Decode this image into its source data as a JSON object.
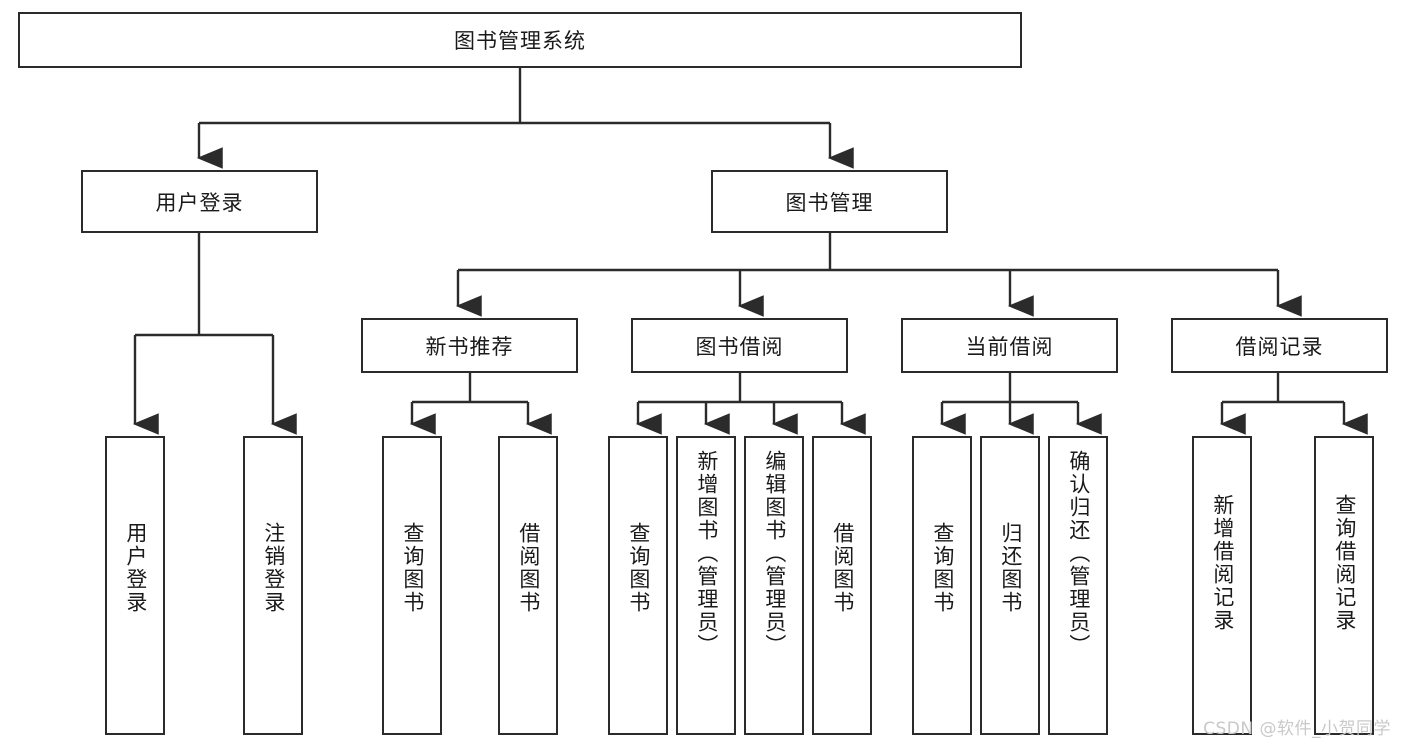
{
  "diagram": {
    "type": "tree-hierarchy",
    "title": "图书管理系统",
    "root": {
      "id": "root",
      "label": "图书管理系统"
    },
    "level2": [
      {
        "id": "user-login",
        "label": "用户登录"
      },
      {
        "id": "book-manage",
        "label": "图书管理"
      }
    ],
    "level3": [
      {
        "id": "new-book-recommend",
        "label": "新书推荐"
      },
      {
        "id": "book-borrow",
        "label": "图书借阅"
      },
      {
        "id": "current-borrow",
        "label": "当前借阅"
      },
      {
        "id": "borrow-record",
        "label": "借阅记录"
      }
    ],
    "leaves": {
      "user_login": [
        {
          "id": "leaf-user-login",
          "label": "用户登录"
        },
        {
          "id": "leaf-logout-login",
          "label": "注销登录"
        }
      ],
      "new_book_recommend": [
        {
          "id": "leaf-query-book-1",
          "label": "查询图书"
        },
        {
          "id": "leaf-borrow-book-1",
          "label": "借阅图书"
        }
      ],
      "book_borrow": [
        {
          "id": "leaf-query-book-2",
          "label": "查询图书"
        },
        {
          "id": "leaf-add-book",
          "label": "新增图书（管理员）"
        },
        {
          "id": "leaf-edit-book",
          "label": "编辑图书（管理员）"
        },
        {
          "id": "leaf-borrow-book-2",
          "label": "借阅图书"
        }
      ],
      "current_borrow": [
        {
          "id": "leaf-query-book-3",
          "label": "查询图书"
        },
        {
          "id": "leaf-return-book",
          "label": "归还图书"
        },
        {
          "id": "leaf-confirm-return",
          "label": "确认归还（管理员）"
        }
      ],
      "borrow_record": [
        {
          "id": "leaf-add-record",
          "label": "新增借阅记录"
        },
        {
          "id": "leaf-query-record",
          "label": "查询借阅记录"
        }
      ]
    }
  },
  "watermark": {
    "text": "CSDN @软件_小贺同学"
  },
  "colors": {
    "stroke": "#2b2b2b",
    "fill": "#ffffff",
    "text": "#1a1a1a",
    "watermark": "#c9c9c9"
  }
}
